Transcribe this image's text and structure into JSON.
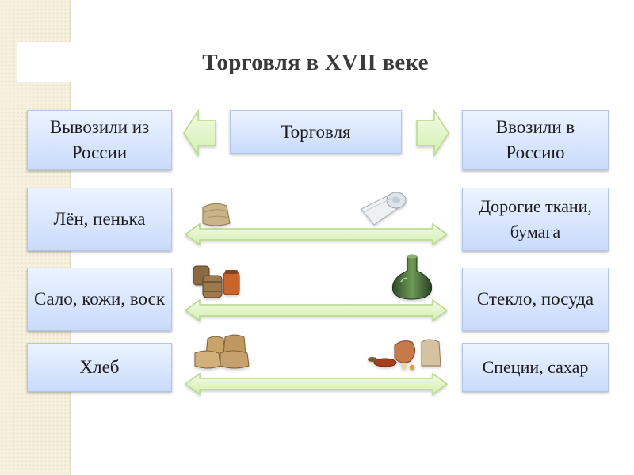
{
  "title": "Торговля в XVII веке",
  "header": {
    "export_label": "Вывозили из России",
    "center_label": "Торговля",
    "import_label": "Ввозили в Россию"
  },
  "rows": [
    {
      "export": "Лён, пенька",
      "import": "Дорогие ткани, бумага"
    },
    {
      "export": "Сало, кожи, воск",
      "import": "Стекло, посуда"
    },
    {
      "export": "Хлеб",
      "import": "Специи, сахар"
    }
  ],
  "colors": {
    "box_top": "#ecf3ff",
    "box_bottom": "#c9dbfb",
    "arrow_fill": "#e4f5c8",
    "arrow_stroke": "#b8d88c"
  }
}
